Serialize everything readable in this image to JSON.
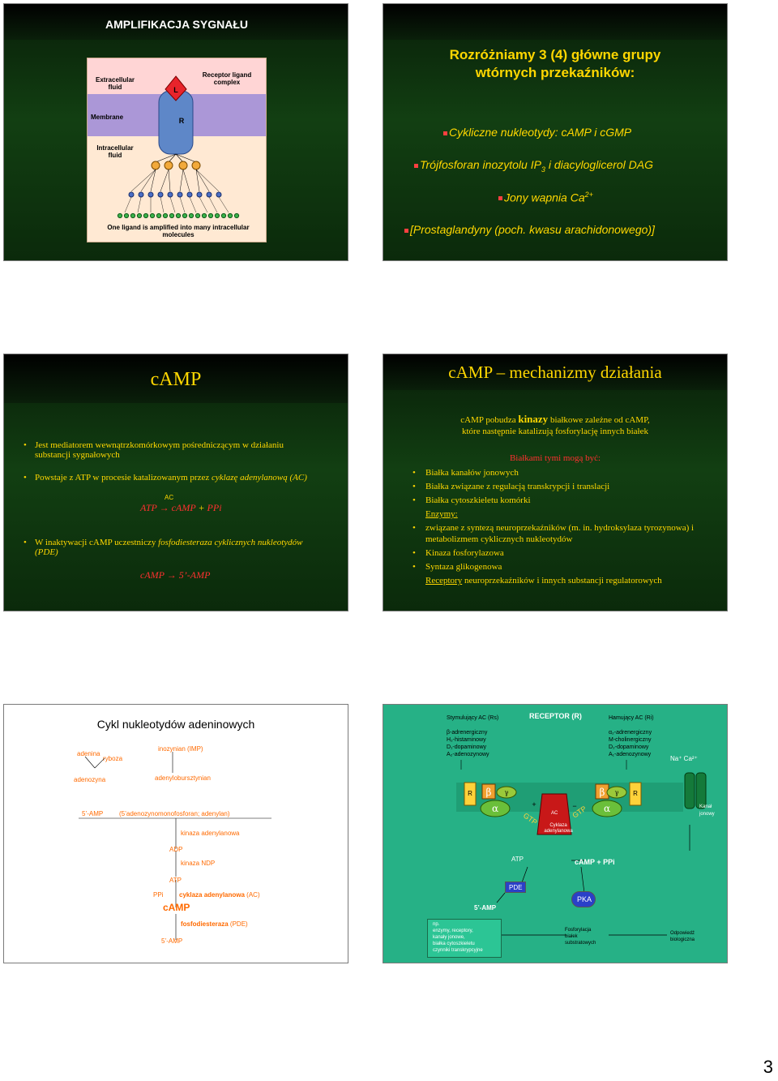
{
  "slide1": {
    "title": "AMPLIFIKACJA SYGNAŁU",
    "extracellular": "Extracellular fluid",
    "receptor_complex": "Receptor ligand complex",
    "membrane": "Membrane",
    "intracellular": "Intracellular fluid",
    "ligand": "L",
    "receptor": "R",
    "caption": "One ligand is amplified into many intracellular molecules"
  },
  "slide2": {
    "title_line1": "Rozróżniamy 3 (4) główne grupy",
    "title_line2": "wtórnych przekaźników:",
    "item1": "Cykliczne nukleotydy: cAMP i cGMP",
    "item2_a": "Trójfosforan inozytolu IP",
    "item2_sub": "3",
    "item2_b": " i diacyloglicerol DAG",
    "item3_a": "Jony wapnia Ca",
    "item3_sup": "2+",
    "item4": "[Prostaglandyny (poch. kwasu arachidonowego)]"
  },
  "slide3": {
    "title": "cAMP",
    "p1": "Jest mediatorem wewnątrzkomórkowym pośredniczącym w działaniu substancji sygnałowych",
    "p2_a": "Powstaje z ATP w procesie katalizowanym przez ",
    "p2_b": "cyklazę adenylanową (AC)",
    "eq1_ac": "AC",
    "eq1_atp": "ATP",
    "eq1_arrow": "→",
    "eq1_camp": "cAMP",
    "eq1_plus": " + ",
    "eq1_ppi": "PPi",
    "p3_a": "W inaktywacji cAMP uczestniczy ",
    "p3_b": "fosfodiesteraza cyklicznych nukleotydów (PDE)",
    "eq2_camp": "cAMP",
    "eq2_arrow": "→",
    "eq2_amp": "5’-AMP"
  },
  "slide4": {
    "title": "cAMP – mechanizmy działania",
    "intro_a": "cAMP pobudza ",
    "intro_kinazy": "kinazy",
    "intro_b": " białkowe zależne od cAMP,",
    "intro_c": "które następnie katalizują fosforylację innych białek",
    "sub": "Białkami tymi mogą być:",
    "b1": "Białka kanałów jonowych",
    "b2": "Białka związane z regulacją transkrypcji i translacji",
    "b3": "Białka cytoszkieletu komórki",
    "enz": "Enzymy:",
    "b4": "związane z syntezą neuroprzekaźników (m. in. hydroksylaza tyrozynowa) i metabolizmem cyklicznych nukleotydów",
    "b5": "Kinaza fosforylazowa",
    "b6": "Syntaza glikogenowa",
    "b7_a": "Receptory",
    "b7_b": " neuroprzekaźników i innych substancji regulatorowych"
  },
  "slide5": {
    "title": "Cykl nukleotydów adeninowych",
    "adenina": "adenina",
    "ryboza": "ryboza",
    "imp": "inozynian (IMP)",
    "adenozyna": "adenozyna",
    "adenylobursztynian": "adenylobursztynian",
    "amp": "5’-AMP",
    "amp_desc": "(5’adenozynomonofosforan; adenylan)",
    "kinaza_adenylanowa": "kinaza adenylanowa",
    "adp": "ADP",
    "kinaza_ndp": "kinaza NDP",
    "atp": "ATP",
    "ppi": "PPi",
    "cyklaza_a": "cyklaza adenylanowa",
    "cyklaza_b": " (AC)",
    "camp": "cAMP",
    "pde_a": "fosfodiesteraza",
    "pde_b": " (PDE)",
    "amp2": "5’-AMP"
  },
  "slide6": {
    "stim": "Stymulujący AC (Rs)",
    "receptor": "RECEPTOR (R)",
    "inh": "Hamujący AC (Ri)",
    "stim_list": [
      "β-adrenergiczny",
      "H₂-histaminowy",
      "D₁-dopaminowy",
      "A₂-adenozynowy"
    ],
    "inh_list": [
      "α₂-adrenergiczny",
      "M-cholinergiczny",
      "D₂-dopaminowy",
      "A₁-adenozynowy"
    ],
    "ions": "Na⁺  Ca²⁺",
    "r": "R",
    "beta": "β",
    "gamma": "γ",
    "alpha": "α",
    "gtp": "GTP",
    "plus": "+",
    "minus": "−",
    "ac": "AC",
    "cyklaza": "Cyklaza adenylanowa",
    "kanal": "Kanał jonowy",
    "atp": "ATP",
    "camp_ppi": "cAMP + PPi",
    "pde": "PDE",
    "amp": "5’-AMP",
    "pka": "PKA",
    "np": "np.\nenzymy, receptory,\nkanały jonowe,\nbiałka cytoszkieletu\nczynniki transkrypcyjne",
    "fosforylacja": "Fosforylacja\nbiałek\nsubstratowych",
    "odpowiedz": "Odpowiedź\nbiologiczna"
  },
  "page_number": "3"
}
